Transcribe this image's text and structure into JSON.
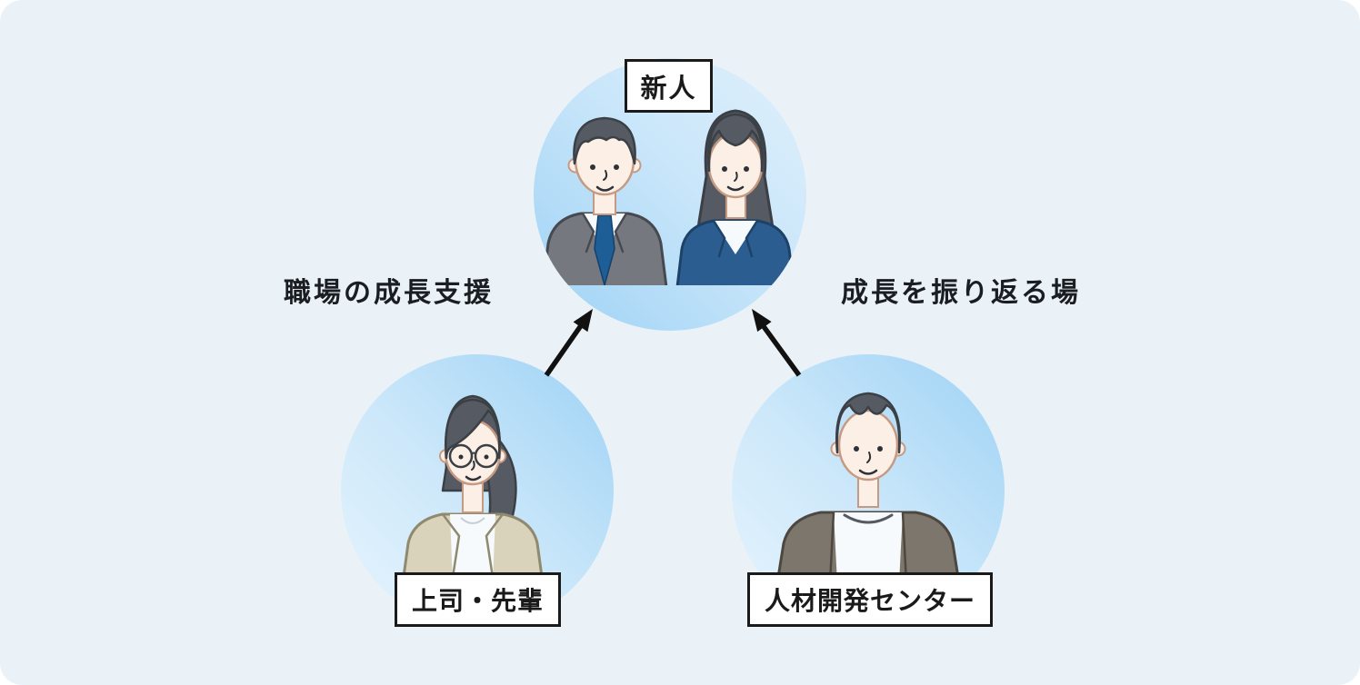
{
  "diagram": {
    "nodes": {
      "newcomer": {
        "label": "新人",
        "illustration": "newcomer-pair-illustration"
      },
      "supervisor": {
        "label": "上司・先輩",
        "illustration": "supervisor-illustration"
      },
      "hr_center": {
        "label": "人材開発センター",
        "illustration": "hr-staff-illustration"
      }
    },
    "edges": [
      {
        "from": "supervisor",
        "to": "newcomer",
        "label": "職場の成長支援"
      },
      {
        "from": "hr_center",
        "to": "newcomer",
        "label": "成長を振り返る場"
      }
    ],
    "colors": {
      "canvas_background": "#ebf2f7",
      "circle_gradient_start": "#9dd2f5",
      "circle_gradient_end": "#e7f4fd",
      "label_box_background": "#ffffff",
      "label_box_border": "#1a1a1a",
      "arrow": "#111111",
      "text": "#1a1d22"
    }
  }
}
